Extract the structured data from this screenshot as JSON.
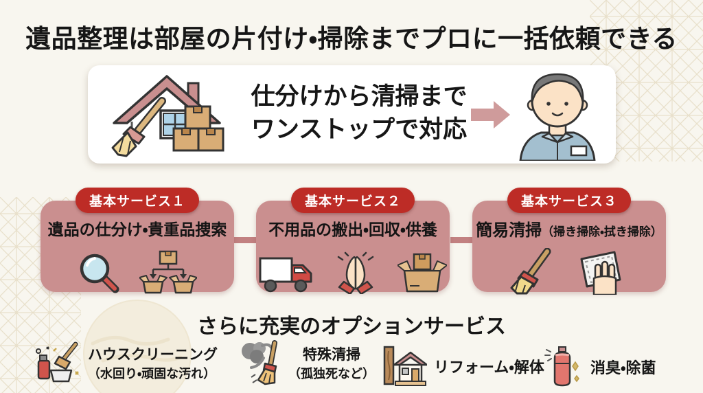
{
  "page": {
    "title": "遺品整理は部屋の片付け・掃除までプロに一括依頼できる"
  },
  "hero": {
    "line1": "仕分けから清掃まで",
    "line2": "ワンストップで対応",
    "left_icon": "house-cleanup-illustration",
    "arrow_icon": "arrow-right-icon",
    "right_icon": "staff-worker-illustration"
  },
  "services": [
    {
      "badge": "基本サービス１",
      "title": "遺品の仕分け・貴重品捜索",
      "paren": "",
      "icons": [
        "magnifier-icon",
        "sorting-boxes-icon"
      ]
    },
    {
      "badge": "基本サービス２",
      "title": "不用品の搬出・回収・供養",
      "paren": "",
      "icons": [
        "truck-icon",
        "praying-hands-icon",
        "cardboard-boxes-icon"
      ]
    },
    {
      "badge": "基本サービス３",
      "title": "簡易清掃",
      "paren": "（掃き掃除・拭き掃除）",
      "icons": [
        "broom-icon",
        "wiping-cloth-icon"
      ]
    }
  ],
  "options": {
    "heading": "さらに充実のオプションサービス",
    "items": [
      {
        "label": "ハウスクリーニング",
        "sub": "（水回り・頑固な汚れ）",
        "icon": "house-cleaning-icon"
      },
      {
        "label": "特殊清掃",
        "sub": "（孤独死など）",
        "icon": "special-cleaning-icon"
      },
      {
        "label": "リフォーム・解体",
        "sub": "",
        "icon": "reform-demolition-icon"
      },
      {
        "label": "消臭・除菌",
        "sub": "",
        "icon": "deodorize-sterilize-icon"
      }
    ]
  },
  "colors": {
    "background": "#f8f6ef",
    "card_bg": "#ffffff",
    "box_pink": "#ca8f8f",
    "badge_red": "#bd2c26",
    "arrow_pink": "#cf9b9b",
    "text": "#161616"
  }
}
